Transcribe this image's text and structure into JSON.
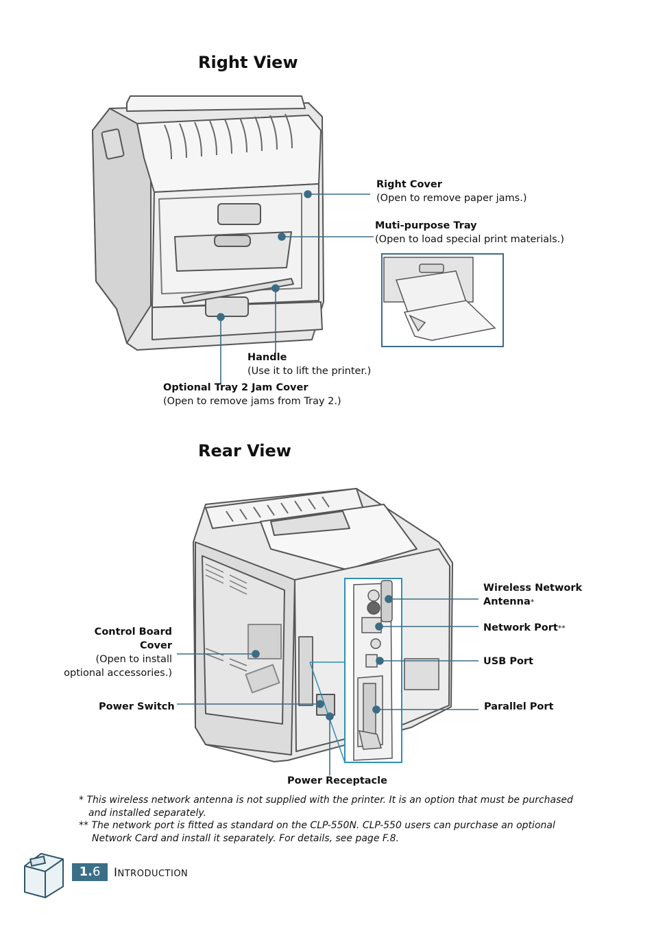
{
  "right_view": {
    "title": "Right View",
    "labels": {
      "right_cover": {
        "title": "Right Cover",
        "desc": "(Open to remove paper jams.)"
      },
      "mp_tray": {
        "title": "Muti-purpose Tray",
        "desc": "(Open to load special print materials.)"
      },
      "handle": {
        "title": "Handle",
        "desc": "(Use it to lift the printer.)"
      },
      "tray2": {
        "title": "Optional Tray 2 Jam Cover",
        "desc": "(Open to remove jams from Tray 2.)"
      }
    }
  },
  "rear_view": {
    "title": "Rear View",
    "labels": {
      "antenna": {
        "title": "Wireless Network",
        "title2": "Antenna",
        "mark": "*"
      },
      "network": {
        "title": "Network Port",
        "mark": "**"
      },
      "usb": {
        "title": "USB Port"
      },
      "parallel": {
        "title": "Parallel Port"
      },
      "control_board": {
        "title": "Control Board",
        "title2": "Cover",
        "desc": "(Open to install",
        "desc2": "optional accessories.)"
      },
      "power_switch": {
        "title": "Power Switch"
      },
      "power_receptacle": {
        "title": "Power Receptacle"
      }
    }
  },
  "footnotes": {
    "note1_line1": "* This wireless network antenna is not supplied with the printer. It is an option that must be purchased",
    "note1_line2": "and installed separately.",
    "note2_line1": "** The network port is fitted as standard on the CLP-550N. CLP-550 users can purchase an optional",
    "note2_line2": "Network Card and install it separately. For details, see page F.8."
  },
  "footer": {
    "page_chapter": "1.",
    "page_number": "6",
    "section_initial": "I",
    "section_rest": "NTRODUCTION",
    "icon": "printer-icon"
  },
  "colors": {
    "accent": "#3a6f87",
    "callout": "#3c6c84",
    "box": "#2f8fb5"
  }
}
